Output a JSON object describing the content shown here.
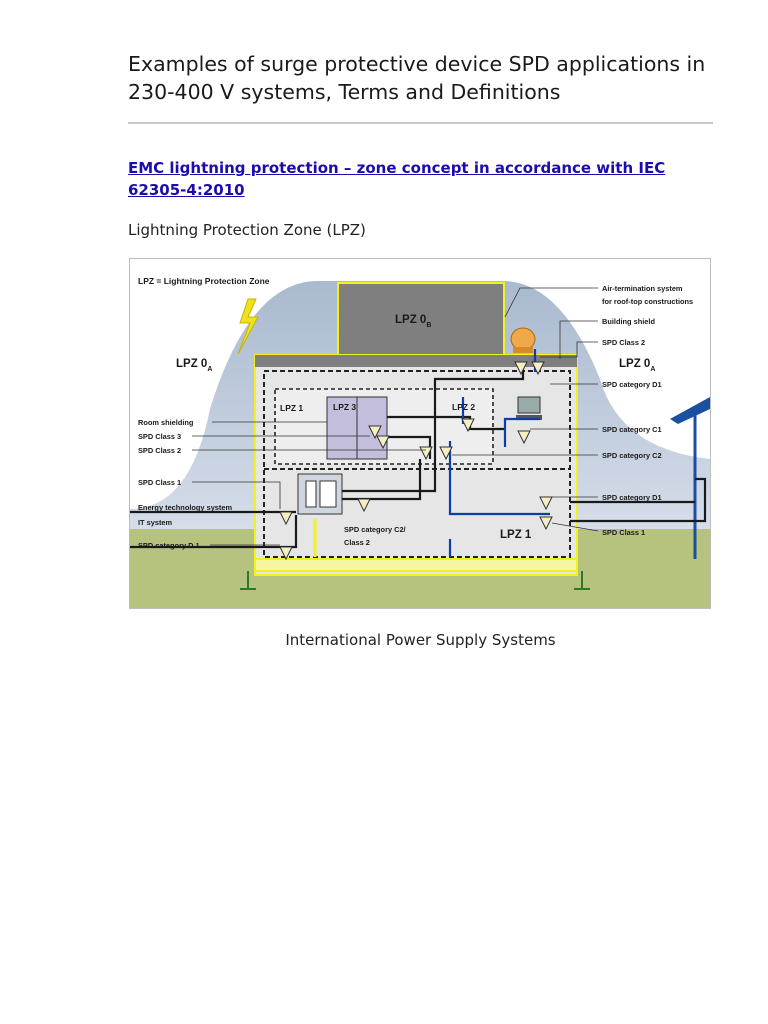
{
  "title": "Examples of surge protective device SPD applications in 230-400 V systems, Terms and Definitions",
  "section_link": "EMC lightning protection – zone concept in accordance with IEC 62305-4:2010",
  "subtitle": "Lightning Protection Zone (LPZ)",
  "caption": "International Power Supply Systems",
  "diagram": {
    "legend": "LPZ = Lightning Protection Zone",
    "zones": {
      "lpz0b": "LPZ 0",
      "lpz0b_sub": "B",
      "lpz0a": "LPZ 0",
      "lpz0a_sub": "A",
      "lpz1": "LPZ 1",
      "lpz2": "LPZ 2",
      "lpz3": "LPZ 3"
    },
    "labels_left": {
      "room_shielding": "Room shielding",
      "spd_class3": "SPD Class 3",
      "spd_class2": "SPD Class 2",
      "spd_class1": "SPD Class 1",
      "energy_system": "Energy technology system",
      "it_system": "IT system",
      "spd_cat_d1": "SPD category D 1"
    },
    "labels_right": {
      "air_termination_1": "Air-termination system",
      "air_termination_2": "for roof-top constructions",
      "building_shield": "Building shield",
      "spd_class2": "SPD Class 2",
      "spd_cat_d1_top": "SPD category D1",
      "spd_cat_c1": "SPD category C1",
      "spd_cat_c2": "SPD category C2",
      "spd_cat_d1_mid": "SPD category D1",
      "spd_class1": "SPD Class 1"
    },
    "labels_center": {
      "spd_cat_c2_class2_line1": "SPD category C2/",
      "spd_cat_c2_class2_line2": "Class 2"
    },
    "colors": {
      "sky_cloud": "#c7d3e2",
      "ground": "#b5c37e",
      "building": "#e6e6e6",
      "roof": "#7f7f7f",
      "yellow_conductor": "#f2f21c",
      "blue_cable": "#0d3ea8",
      "lightning": "#f0e11f",
      "link": "#1a0dab"
    }
  }
}
